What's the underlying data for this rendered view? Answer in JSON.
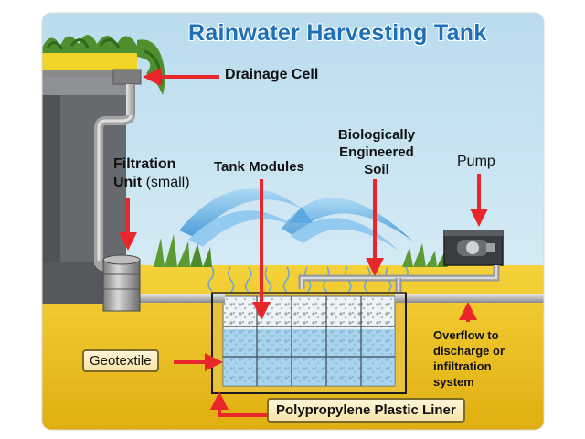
{
  "title": "Rainwater Harvesting Tank",
  "labels": {
    "drainage_cell": "Drainage Cell",
    "filtration_unit_bold": "Filtration",
    "filtration_unit_line2_bold": "Unit",
    "filtration_unit_small": "(small)",
    "tank_modules": "Tank Modules",
    "bio_line1": "Biologically",
    "bio_line2": "Engineered",
    "bio_line3": "Soil",
    "pump": "Pump",
    "overflow_line1": "Overflow to",
    "overflow_line2": "discharge or",
    "overflow_line3": "infiltration",
    "overflow_line4": "system",
    "geotextile": "Geotextile",
    "liner": "Polypropylene Plastic Liner"
  },
  "colors": {
    "sky": "#cfe8f4",
    "ground": "#f2c91c",
    "title": "#1d6fb8",
    "arrow": "#e8262b",
    "water": "#6fb6e6"
  }
}
